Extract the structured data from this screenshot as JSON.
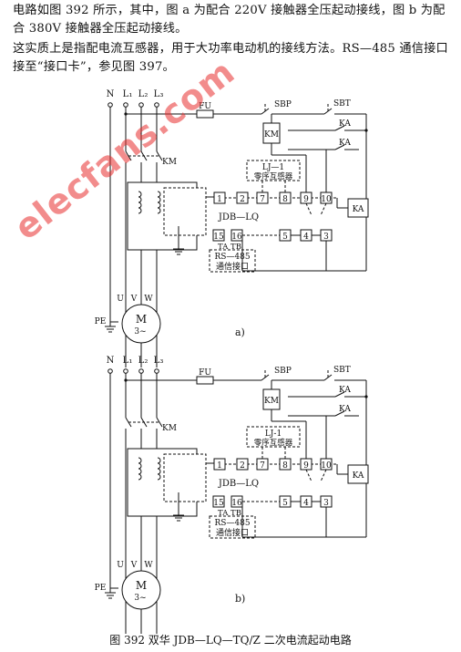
{
  "text": {
    "para1": "电路如图 392 所示，其中，图 a 为配合 220V 接触器全压起动接线，图 b 为配合 380V 接触器全压起动接线。",
    "para2": "这实质上是指配电流互感器，用于大功率电动机的接线方法。RS—485 通信接口接至“接口卡”，参见图 397。",
    "caption": "图 392   双华 JDB—LQ—TQ/Z 二次电流起动电路",
    "watermark": "elecfans.com"
  },
  "diagram_a": {
    "sublabel": "a)",
    "lines": [
      "N",
      "L₁",
      "L₂",
      "L₃"
    ],
    "fuse": "FU",
    "sbp": "SBP",
    "sbt": "SBT",
    "km": "KM",
    "ka1": "KA",
    "ka2": "KA",
    "ka_coil": "KA",
    "km_contact": "KM",
    "lj_line1": "LJ—1",
    "lj_line2": "零序互感器",
    "device": "JDB—LQ",
    "terminals_top": [
      "1",
      "2",
      "7",
      "8",
      "9",
      "10"
    ],
    "terminals_bottom": [
      "15",
      "16",
      "5",
      "4",
      "3"
    ],
    "ta_tb": "TA  TB",
    "rs_line1": "RS—485",
    "rs_line2": "通信接口",
    "motor_m": "M",
    "motor_phase": "3~",
    "uvw": [
      "U",
      "V",
      "W"
    ],
    "pe": "PE"
  },
  "diagram_b": {
    "sublabel": "b)",
    "lines": [
      "N",
      "L₁",
      "L₂",
      "L₃"
    ],
    "fuse": "FU",
    "sbp": "SBP",
    "sbt": "SBT",
    "km": "KM",
    "ka1": "KA",
    "ka2": "KA",
    "ka_coil": "KA",
    "km_contact": "KM",
    "lj_line1": "LJ-1",
    "lj_line2": "零序互感器",
    "device": "JDB—LQ",
    "terminals_top": [
      "1",
      "2",
      "7",
      "8",
      "9",
      "10"
    ],
    "terminals_bottom": [
      "15",
      "16",
      "5",
      "4",
      "3"
    ],
    "ta_tb": "TA  TB",
    "rs_line1": "RS—485",
    "rs_line2": "通信接口",
    "motor_m": "M",
    "motor_phase": "3~",
    "uvw": [
      "U",
      "V",
      "W"
    ],
    "pe": "PE"
  }
}
